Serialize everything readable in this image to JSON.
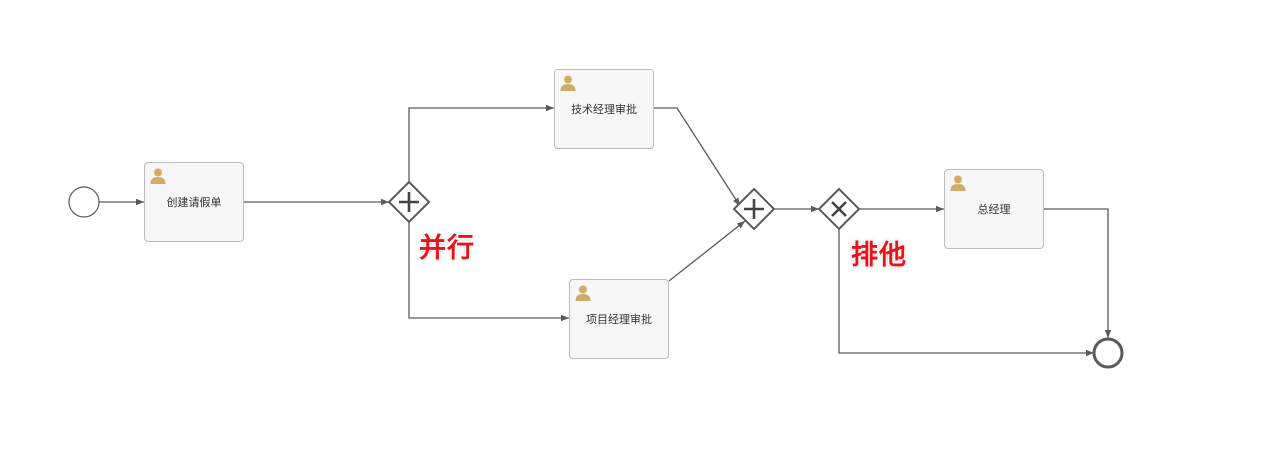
{
  "tasks": {
    "create_leave": "创建请假单",
    "tech_manager": "技术经理审批",
    "project_manager": "项目经理审批",
    "general_manager": "总经理"
  },
  "annotations": {
    "parallel": "并行",
    "exclusive": "排他"
  },
  "icons": {
    "task_icon": "user-icon",
    "parallel_gateway_icon": "plus-icon",
    "exclusive_gateway_icon": "x-icon"
  },
  "colors": {
    "line": "#5a5a5a",
    "task_fill": "#f7f7f7",
    "task_border": "#bcbcbc",
    "user_icon": "#cfad68",
    "annotation": "#e8141c"
  }
}
